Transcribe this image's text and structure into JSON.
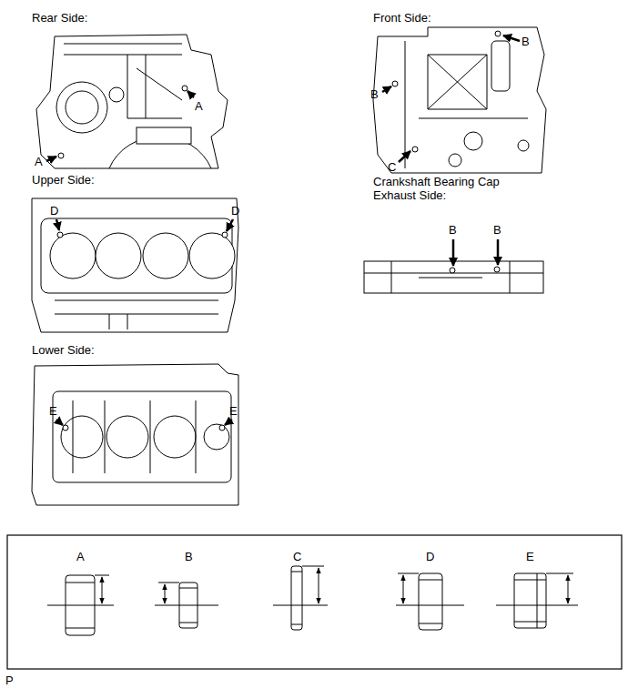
{
  "diagram": {
    "labels": [
      "Rear Side:",
      "A",
      "A",
      "Front Side:",
      "B",
      "B",
      "C",
      "Upper Side:",
      "D",
      "D",
      "Crankshaft Bearing Cap Exhaust Side:",
      "B",
      "B",
      "Lower Side:",
      "E",
      "E",
      "A",
      "B",
      "C",
      "D",
      "E",
      "P"
    ]
  }
}
